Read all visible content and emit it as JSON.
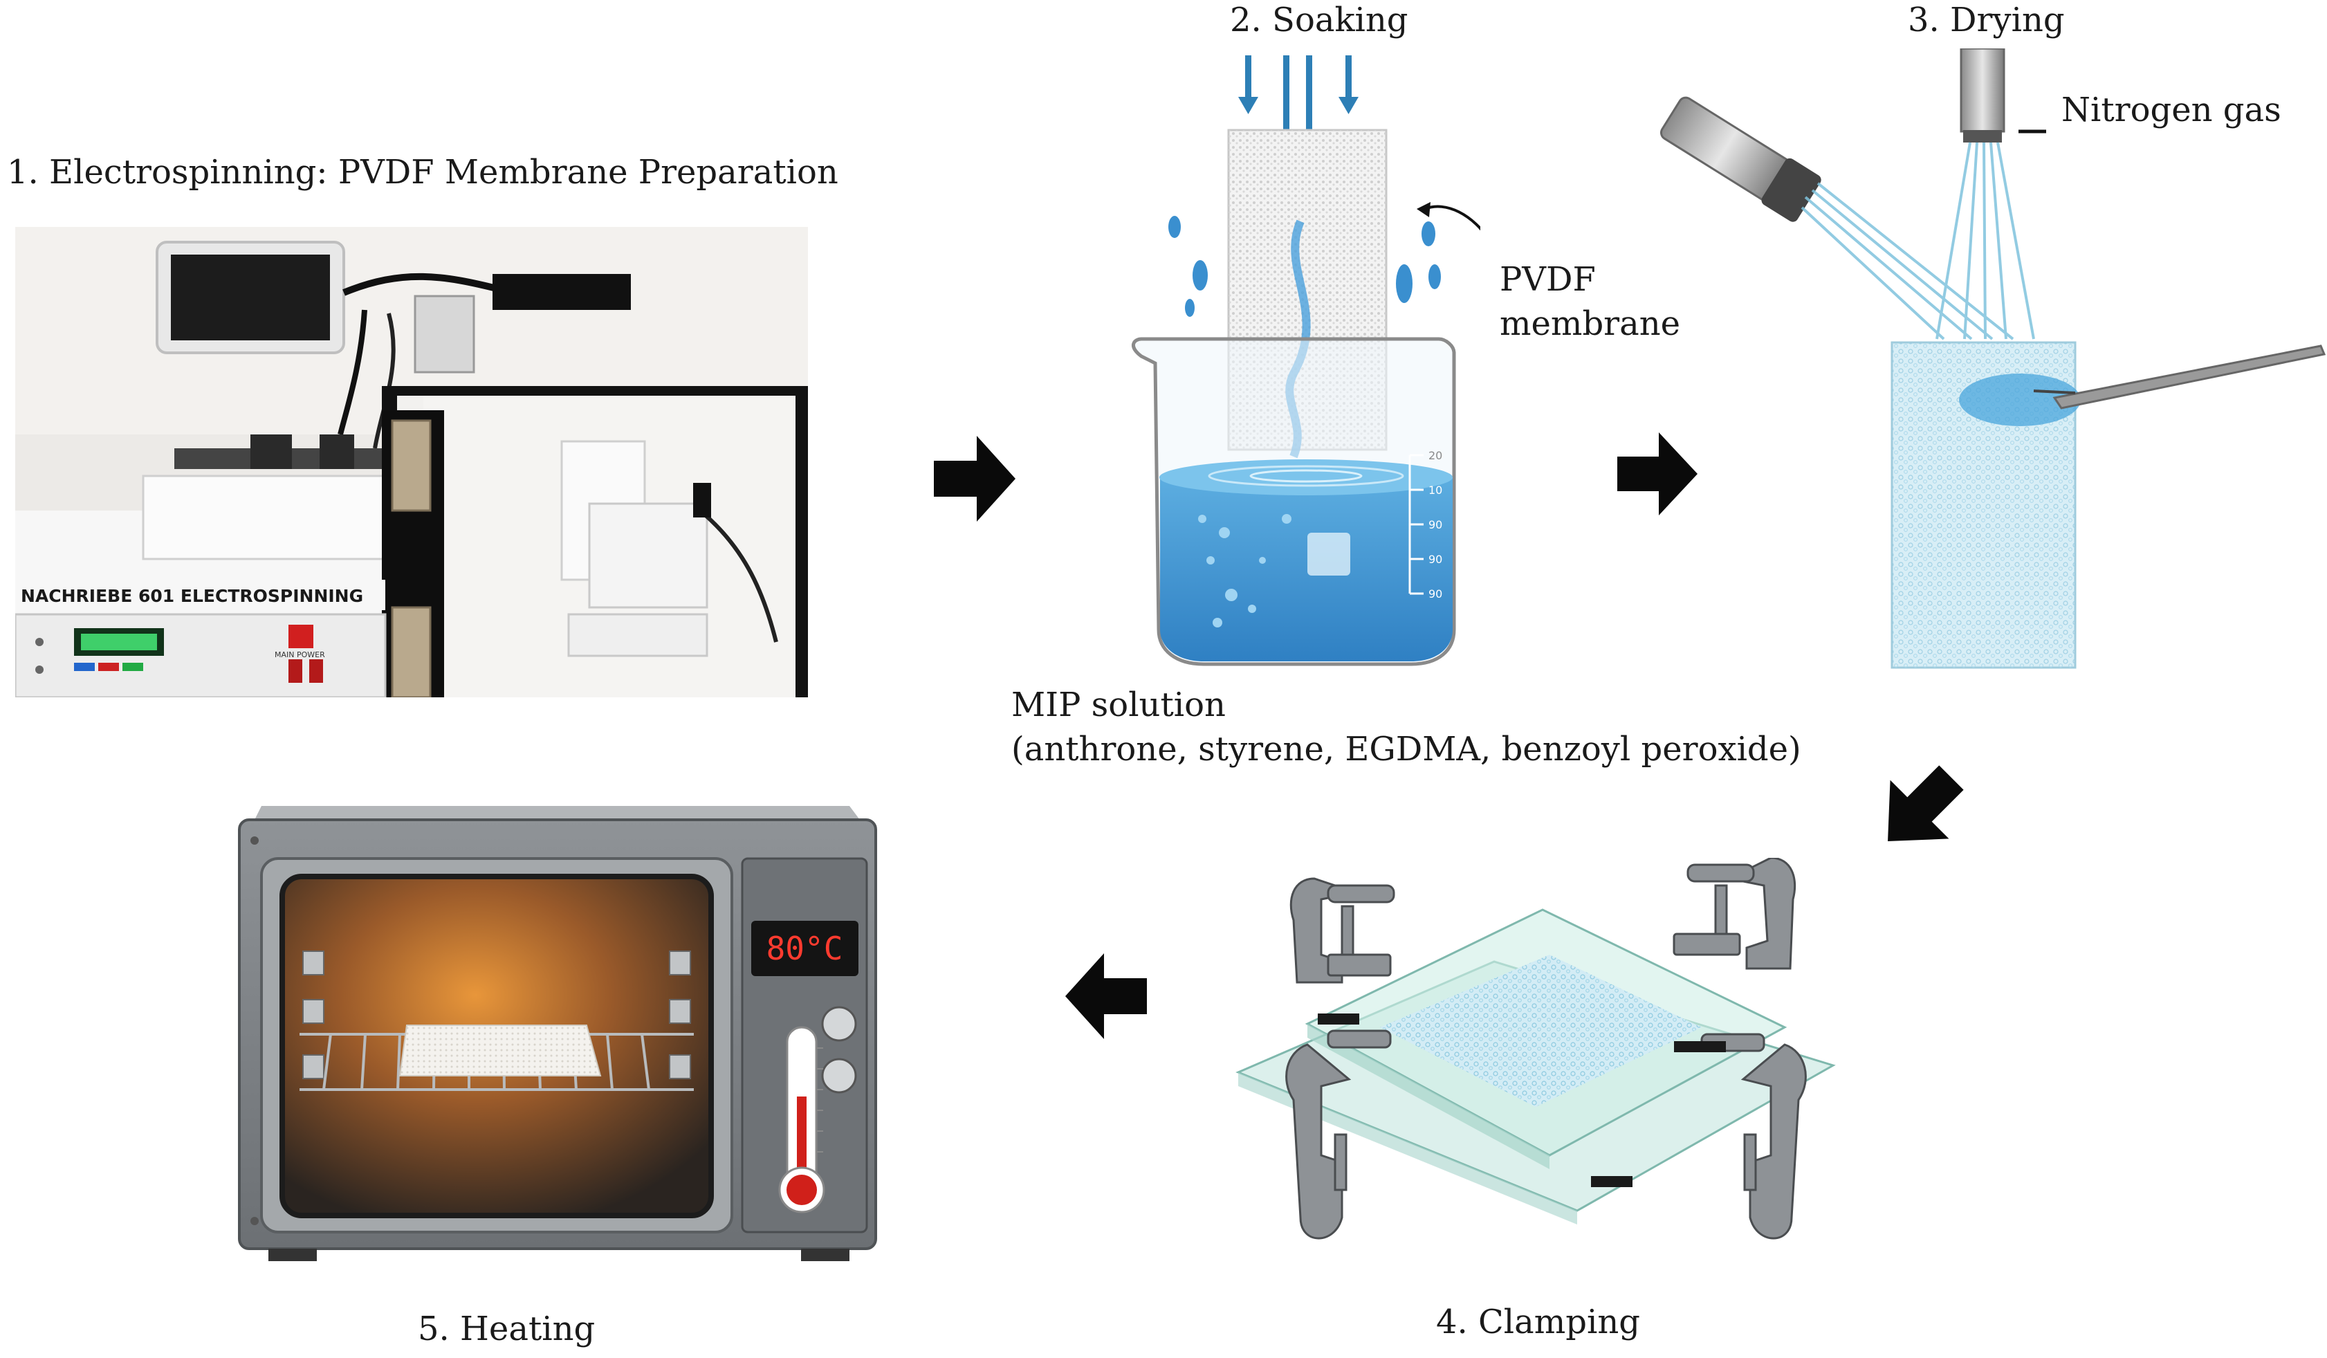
{
  "steps": {
    "electrospinning": "1. Electrospinning: PVDF Membrane Preparation",
    "soaking": "2. Soaking",
    "drying": "3. Drying",
    "clamping": "4. Clamping",
    "heating": "5. Heating"
  },
  "annotations": {
    "nitrogen_gas": "Nitrogen gas",
    "pvdf_line1": "PVDF",
    "pvdf_line2": "membrane",
    "mip_line1": "MIP solution",
    "mip_line2": "(anthrone, styrene, EGDMA, benzoyl peroxide)"
  },
  "device": {
    "name_plate": "NACHRIEBE 601 ELECTROSPINNING",
    "panel_text": "MAIN POWER"
  },
  "beaker": {
    "graduations": [
      "20",
      "10",
      "90",
      "90",
      "90"
    ]
  },
  "oven": {
    "display": "80°C"
  },
  "colors": {
    "water_blue": "#3a93cf",
    "arrow_blue": "#2d7fb6",
    "oven_glow": "#e8963a",
    "display_red": "#ff3b2f",
    "glass_green": "#bfe3dc"
  }
}
